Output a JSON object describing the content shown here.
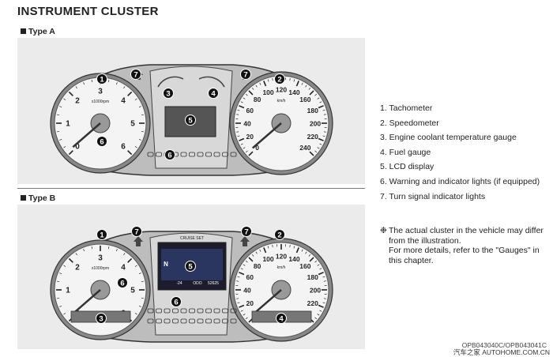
{
  "title": "INSTRUMENT CLUSTER",
  "type_a": {
    "label": "Type A"
  },
  "type_b": {
    "label": "Type B"
  },
  "callouts": [
    "1",
    "2",
    "3",
    "4",
    "5",
    "6",
    "7"
  ],
  "tachometer": {
    "ticks": [
      "0",
      "1",
      "2",
      "3",
      "4",
      "5",
      "6"
    ],
    "unit": "x1000rpm"
  },
  "speedometer": {
    "ticks": [
      "0",
      "20",
      "40",
      "60",
      "80",
      "100",
      "120",
      "140",
      "160",
      "180",
      "200",
      "220",
      "240"
    ],
    "unit": "km/h"
  },
  "type_b_labels": {
    "gear": "N",
    "temp": "-24",
    "odo": "ODO",
    "odo_value": "52625",
    "trip": "CRUISE  SET"
  },
  "legend": [
    "1. Tachometer",
    "2. Speedometer",
    "3. Engine coolant temperature gauge",
    "4. Fuel gauge",
    "5. LCD display",
    "6. Warning and indicator lights (if equipped)",
    "7. Turn signal indicator lights"
  ],
  "note": {
    "symbol": "❉",
    "lines": [
      "The actual cluster in the vehicle may differ from the illustration.",
      "For more details, refer to the \"Gauges\" in this chapter."
    ]
  },
  "figure_code": "OPB043040C/OPB043041C",
  "watermark": "汽车之家  AUTOHOME.COM.CN"
}
